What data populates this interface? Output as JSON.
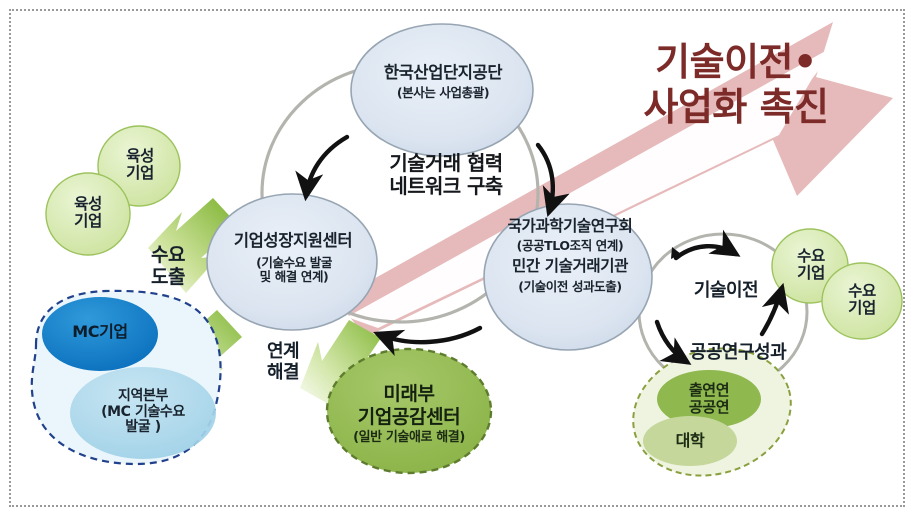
{
  "diagram": {
    "title": "기술이전•\n사업화 촉진",
    "center_label": "기술거래 협력\n네트워크 구축",
    "nodes": {
      "top_oval": {
        "main": "한국산업단지공단",
        "sub": "(본사는 사업총괄)"
      },
      "left_oval": {
        "main": "기업성장지원센터",
        "sub": "(기술수요 발굴\n및 해결 연계)"
      },
      "right_oval": {
        "main1": "국가과학기술연구회",
        "sub1": "(공공TLO조직 연계)",
        "main2": "민간 기술거래기관",
        "sub2": "(기술이전 성과도출)"
      },
      "green_circle_1": "육성\n기업",
      "green_circle_2": "육성\n기업",
      "mc_company": "MC기업",
      "regional_hq": "지역본부\n(MC 기술수요\n발굴 )",
      "future_center": {
        "line1": "미래부",
        "line2": "기업공감센터",
        "sub": "(일반 기술애로 해결)"
      },
      "demand_company_1": "수요\n기업",
      "demand_company_2": "수요\n기업",
      "public_research_inner": "출연연\n공공연",
      "public_research_univ": "대학"
    },
    "labels": {
      "demand_derive": "수요\n도출",
      "link_resolve": "연계\n해결",
      "tech_transfer": "기술이전",
      "public_results": "공공연구성과"
    },
    "colors": {
      "blue_oval_fill": "#dbe4f0",
      "blue_oval_stroke": "#9aa7b4",
      "green_light": "#dcedbb",
      "green_light_stroke": "#9cc35e",
      "green_mid": "#8fb84e",
      "green_pale": "#c5d79a",
      "blue_dark": "#1279c4",
      "blue_light": "#a8d5ea",
      "blue_dash": "#21418c",
      "pink_arrow": "#e5b6b6",
      "title_text": "#7d2b28",
      "ring_gray": "#b4b4ae",
      "arrow_black": "#111111",
      "frame_border": "#9a9a9a"
    }
  }
}
